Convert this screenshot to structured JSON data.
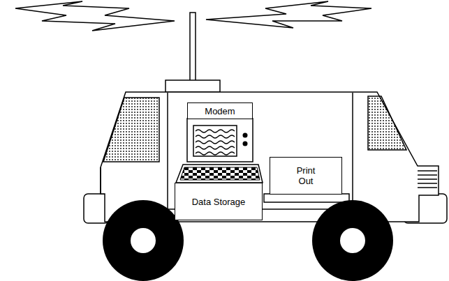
{
  "diagram": {
    "nodes": [
      {
        "text": [
          "Modem"
        ]
      },
      {
        "text": [
          "Data Storage"
        ]
      },
      {
        "text": [
          "Print Out"
        ]
      }
    ]
  }
}
